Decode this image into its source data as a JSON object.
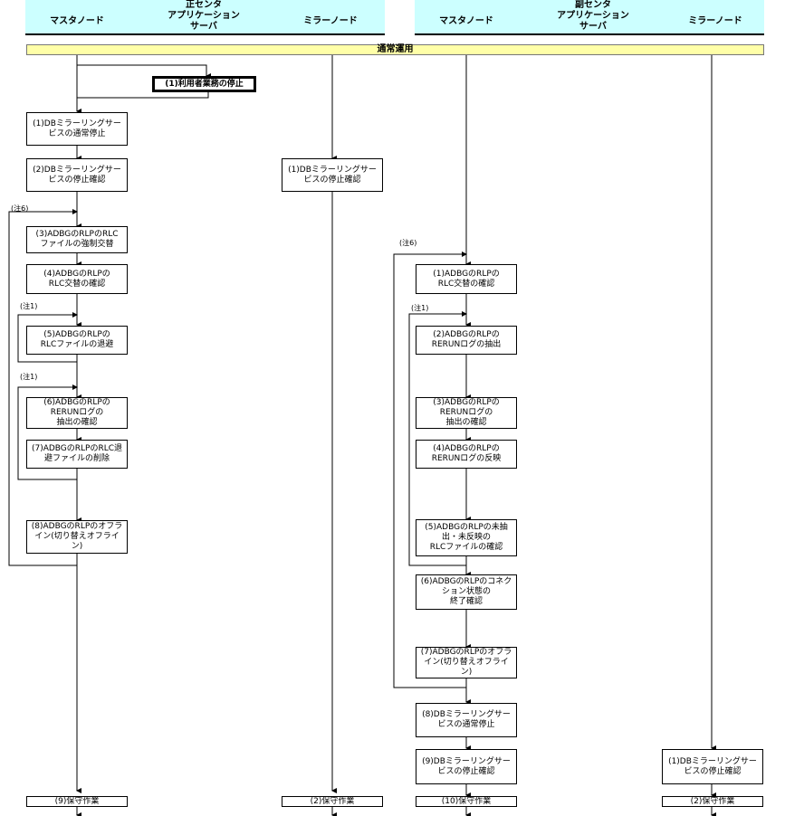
{
  "header": {
    "left": {
      "master": "マスタノード",
      "app": "正センタ\nアプリケーション\nサーバ",
      "mirror": "ミラーノード"
    },
    "right": {
      "master": "マスタノード",
      "app": "副センタ\nアプリケーション\nサーバ",
      "mirror": "ミラーノード"
    }
  },
  "banner": "通常運用",
  "boxes": {
    "stop_user": "(1)利用者業務の停止",
    "L1": "(1)DBミラーリングサー\nビスの通常停止",
    "L2": "(2)DBミラーリングサー\nビスの停止確認",
    "L3": "(3)ADBGのRLPのRLC\nファイルの強制交替",
    "L4": "(4)ADBGのRLPの\nRLC交替の確認",
    "L5": "(5)ADBGのRLPの\nRLCファイルの退避",
    "L6": "(6)ADBGのRLPの\nRERUNログの\n抽出の確認",
    "L7": "(7)ADBGのRLPのRLC退\n避ファイルの削除",
    "L8": "(8)ADBGのRLPのオフラ\nイン(切り替えオフライン)",
    "L9": "(9)保守作業",
    "M1": "(1)DBミラーリングサー\nビスの停止確認",
    "M2": "(2)保守作業",
    "R1": "(1)ADBGのRLPの\nRLC交替の確認",
    "R2": "(2)ADBGのRLPの\nRERUNログの抽出",
    "R3": "(3)ADBGのRLPの\nRERUNログの\n抽出の確認",
    "R4": "(4)ADBGのRLPの\nRERUNログの反映",
    "R5": "(5)ADBGのRLPの未抽\n出・未反映の\nRLCファイルの確認",
    "R6": "(6)ADBGのRLPのコネク\nション状態の\n終了確認",
    "R7": "(7)ADBGのRLPのオフラ\nイン(切り替えオフライン)",
    "R8": "(8)DBミラーリングサー\nビスの通常停止",
    "R9": "(9)DBミラーリングサー\nビスの停止確認",
    "R10": "(10)保守作業",
    "RM1": "(1)DBミラーリングサー\nビスの停止確認",
    "RM2": "(2)保守作業"
  },
  "notes": {
    "n6a": "(注6)",
    "n1a": "(注1)",
    "n1b": "(注1)",
    "n6b": "(注6)",
    "n1c": "(注1)"
  }
}
